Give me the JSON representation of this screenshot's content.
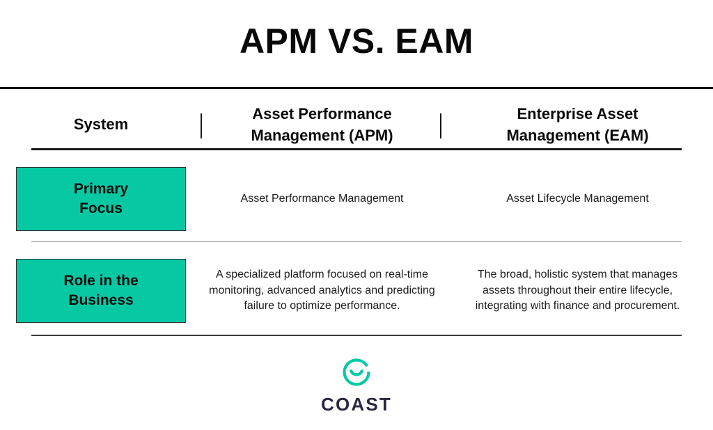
{
  "title": "APM VS. EAM",
  "table": {
    "headers": {
      "col1": "System",
      "col2_line1": "Asset Performance",
      "col2_line2": "Management (APM)",
      "col3_line1": "Enterprise Asset",
      "col3_line2": "Management (EAM)"
    },
    "rows": [
      {
        "label_line1": "Primary",
        "label_line2": "Focus",
        "apm": "Asset Performance Management",
        "eam": "Asset Lifecycle Management"
      },
      {
        "label_line1": "Role in the",
        "label_line2": "Business",
        "apm": "A specialized platform focused on real-time monitoring, advanced analytics and predicting failure to optimize performance.",
        "eam": "The broad, holistic system that manages assets throughout their entire lifecycle, integrating with finance and procurement."
      }
    ]
  },
  "logo": {
    "wordmark": "COAST",
    "mark_name": "coast-circle-smile-icon"
  },
  "colors": {
    "accent_teal": "#06C9A4",
    "badge_border": "#2f2f2f",
    "text_dark": "#111111",
    "wordmark": "#2B2640",
    "rule_dark": "#111111",
    "rule_light": "#8c8c8c"
  }
}
